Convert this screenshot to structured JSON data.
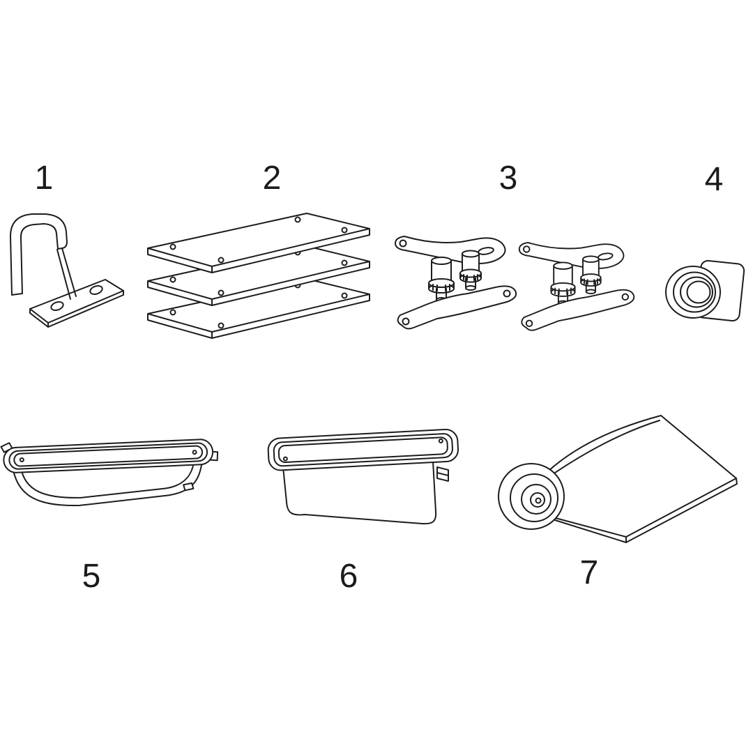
{
  "diagram": {
    "background": "#ffffff",
    "line_color": "#1c1c1c",
    "text_color": "#1b1b1b",
    "part_count": 7,
    "parts": [
      {
        "number": "1"
      },
      {
        "number": "2"
      },
      {
        "number": "3"
      },
      {
        "number": "4"
      },
      {
        "number": "5"
      },
      {
        "number": "6"
      },
      {
        "number": "7"
      }
    ]
  }
}
